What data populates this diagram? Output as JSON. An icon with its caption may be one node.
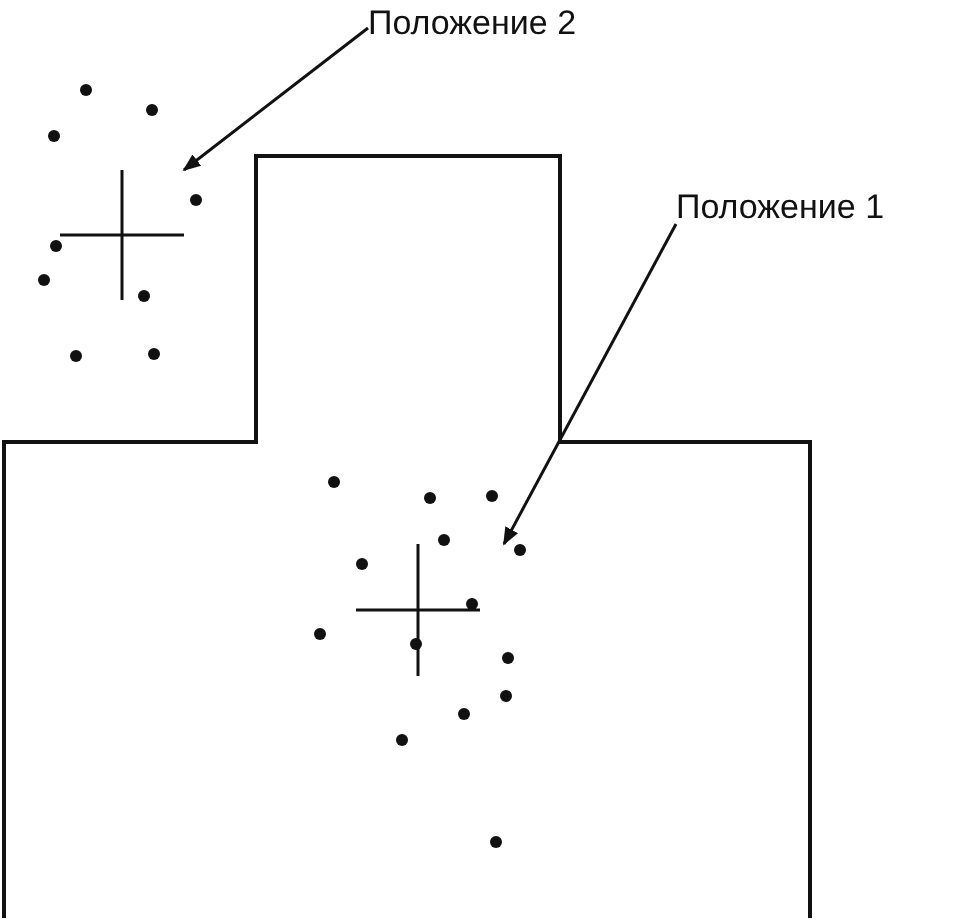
{
  "diagram": {
    "nodes": [
      {
        "text": [
          "Положение 2"
        ]
      },
      {
        "text": [],
        "shape": "cross"
      },
      {
        "text": [
          "Положение 1"
        ]
      },
      {
        "text": [],
        "shape": "cross"
      }
    ],
    "edges": [
      {
        "from": 0,
        "to": 1,
        "arrow": "to"
      },
      {
        "from": 2,
        "to": 3,
        "arrow": "to"
      }
    ]
  }
}
